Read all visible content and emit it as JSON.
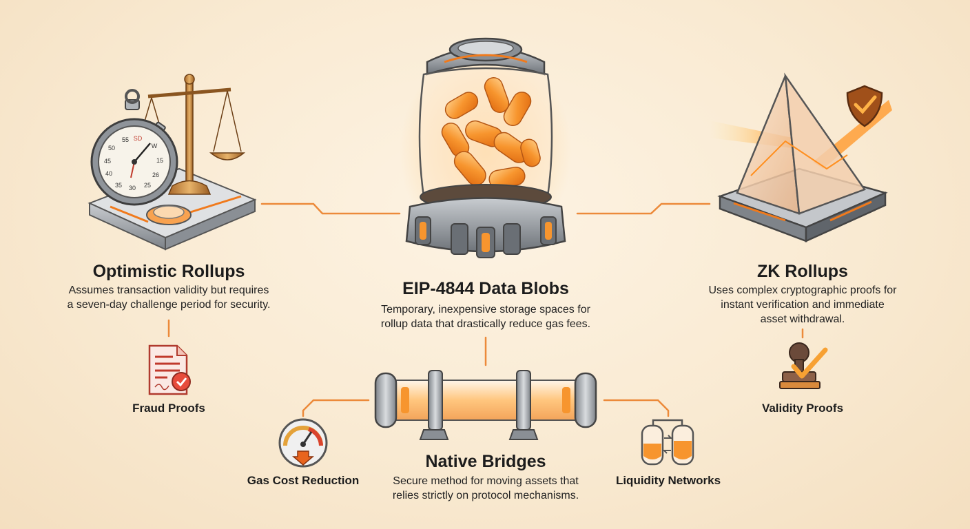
{
  "nodes": {
    "optimistic": {
      "title": "Optimistic Rollups",
      "desc_line1": "Assumes transaction validity but requires",
      "desc_line2": "a seven-day challenge period for security."
    },
    "blobs": {
      "title": "EIP-4844 Data Blobs",
      "desc_line1": "Temporary, inexpensive storage spaces for",
      "desc_line2": "rollup data that drastically reduce gas fees."
    },
    "zk": {
      "title": "ZK Rollups",
      "desc_line1": "Uses complex cryptographic proofs for",
      "desc_line2": "instant verification and immediate",
      "desc_line3": "asset withdrawal."
    },
    "bridges": {
      "title": "Native Bridges",
      "desc_line1": "Secure method for moving assets that",
      "desc_line2": "relies strictly on protocol mechanisms."
    }
  },
  "labels": {
    "fraud_proofs": "Fraud Proofs",
    "validity_proofs": "Validity Proofs",
    "gas_cost_reduction": "Gas Cost Reduction",
    "liquidity_networks": "Liquidity Networks"
  },
  "stopwatch_numbers": [
    "55",
    "SD",
    "W",
    "50",
    "15",
    "45",
    "40",
    "26",
    "35",
    "30",
    "25"
  ],
  "colors": {
    "accent": "#f07a1c",
    "connector": "#ec8a3a",
    "metal": "#9aa0a6",
    "glow": "#ffb347"
  }
}
